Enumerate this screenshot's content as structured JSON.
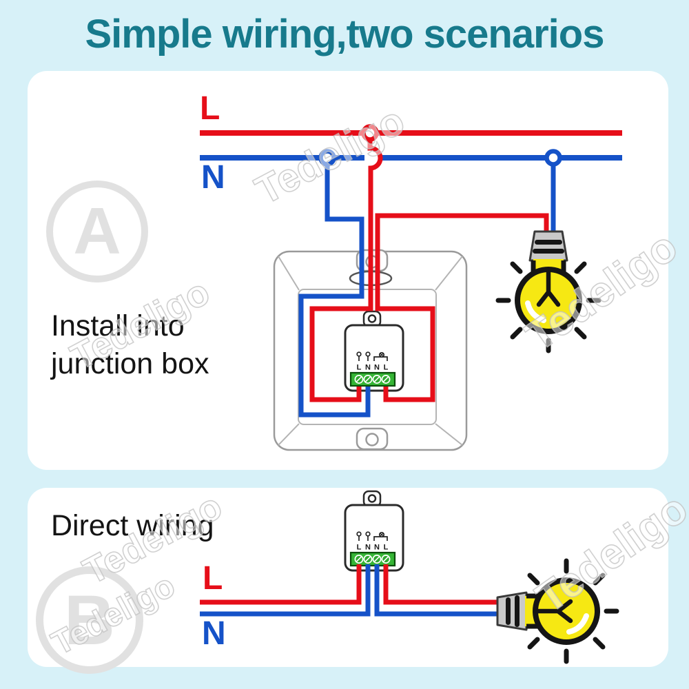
{
  "title": "Simple wiring,two scenarios",
  "watermark": {
    "text": "Tedeligo"
  },
  "colors": {
    "background": "#d7f1f8",
    "panel": "#ffffff",
    "title_teal": "#177a8c",
    "live_red": "#e60e19",
    "neutral_blue": "#1552c8",
    "bulb_yellow": "#f6e813",
    "terminal_green": "#35b535",
    "watermark_gray": "#c0c0c0",
    "badge_gray": "#e1e1e1"
  },
  "scenario_a": {
    "badge": "A",
    "caption_line1": "Install into",
    "caption_line2": "junction box",
    "live_label": "L",
    "neutral_label": "N"
  },
  "scenario_b": {
    "badge": "B",
    "caption": "Direct wiring",
    "live_label": "L",
    "neutral_label": "N"
  },
  "module": {
    "terminals": [
      "L",
      "N",
      "N",
      "L"
    ],
    "icons": [
      "power-pin-icon",
      "power-pin-icon",
      "lamp-load-icon"
    ]
  }
}
